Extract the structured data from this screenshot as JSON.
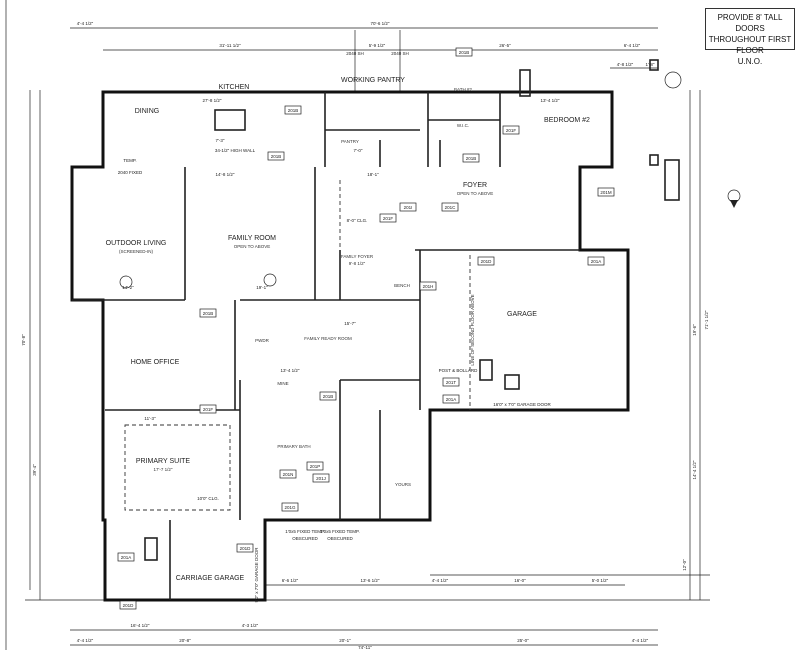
{
  "note": {
    "lines": [
      "PROVIDE 8' TALL DOORS",
      "THROUGHOUT FIRST FLOOR",
      "U.N.O."
    ]
  },
  "rooms": {
    "dining": "DINING",
    "kitchen": "KITCHEN",
    "working_pantry": "WORKING PANTRY",
    "pantry": "PANTRY",
    "bath2": "BATH #2",
    "wic": "W.I.C.",
    "bedroom2": "BEDROOM #2",
    "foyer": "FOYER",
    "foyer_sub": "OPEN TO ABOVE",
    "outdoor_living": "OUTDOOR LIVING",
    "outdoor_living_sub": "(SCREENED-IN)",
    "family_room": "FAMILY ROOM",
    "family_room_sub": "OPEN TO ABOVE",
    "family_foyer": "FAMILY FOYER",
    "family_foyer_dim": "9'-8 1/2\"",
    "bench": "BENCH",
    "garage": "GARAGE",
    "home_office": "HOME OFFICE",
    "pwdr": "PWDR",
    "family_ready_room": "FAMILY READY ROOM",
    "mine": "MINE",
    "primary_suite": "PRIMARY SUITE",
    "primary_suite_dim": "17'-7 1/2\"",
    "primary_bath": "PRIMARY BATH",
    "yours": "YOURS",
    "carriage_garage": "CARRIAGE GARAGE"
  },
  "annotations": {
    "high_wall": "34-1/2\" HIGH WALL",
    "second_floor_line": "LINE OF SECOND FLOOR ABOVE",
    "garage_door": "16'0\" x 7'0\" GARAGE DOOR",
    "carriage_door": "9'0\" x 7'0\" GARAGE DOOR",
    "post_bollard": "POST & BOLLARD",
    "obscured1": "OBSCURED",
    "obscured2": "OBSCURED",
    "fixed_temp1": "1'0x5 FIXED TEMP.",
    "fixed_temp2": "1'0x5 FIXED TEMP.",
    "clg1": "8'-0\" CLG.",
    "clg2": "10'0\" CLG.",
    "temp": "TEMP.",
    "window1": "2040 FIXED",
    "window_sh1": "2040 SH",
    "window_sh2": "2040 SH"
  },
  "dimensions": {
    "top_overall": "70'-6 1/2\"",
    "top_left": "4'-4 1/2\"",
    "top_seg1": "31'-11 1/2\"",
    "top_seg2": "5'-9 1/2\"",
    "top_seg3": "26'-5\"",
    "top_right": "6'-4 1/2\"",
    "top_r1": "4'-8 1/2\"",
    "top_r2": "1'-8\"",
    "kitchen_w": "27'-8 1/2\"",
    "bed2_w": "13'-4 1/2\"",
    "island": "7'-3\"",
    "pantry_w": "7'-0\"",
    "family_w": "14'-8 1/2\"",
    "foyer_w": "18'-1\"",
    "outdoor_w": "14'-2\"",
    "family_room_w": "19'-1\"",
    "ready_w": "15'-7\"",
    "mine_w": "13'-4 1/2\"",
    "office_w": "11'-3\"",
    "left_overall": "70'-8\"",
    "left_lower": "39'-4\"",
    "right_overall": "71'-1 1/2\"",
    "right_lower": "14'-4 1/2\"",
    "right_mid": "19'-6\"",
    "right_bottom": "12'-0\"",
    "carriage_w": "16'-4 1/2\"",
    "carriage_d": "4'-3 1/2\"",
    "bottom_left": "4'-4 1/2\"",
    "bottom_seg1": "20'-8\"",
    "bottom_seg2": "20'-1\"",
    "bottom_seg3": "25'-0\"",
    "bottom_right": "4'-4 1/2\"",
    "bottom_overall": "74'-11\"",
    "drive_seg1": "6'-6 1/2\"",
    "drive_seg2": "13'-6 1/2\"",
    "drive_seg3": "4'-4 1/2\"",
    "drive_seg4": "16'-0\"",
    "drive_seg5": "5'-0 1/2\""
  },
  "tags": [
    "201B",
    "201B",
    "201B",
    "201F",
    "201B",
    "201I",
    "201C",
    "201D",
    "201H",
    "201A",
    "201B",
    "201F",
    "201F",
    "201B",
    "201A",
    "201T",
    "201N",
    "201P",
    "201J",
    "201G",
    "201A",
    "201D",
    "201D",
    "201M"
  ]
}
